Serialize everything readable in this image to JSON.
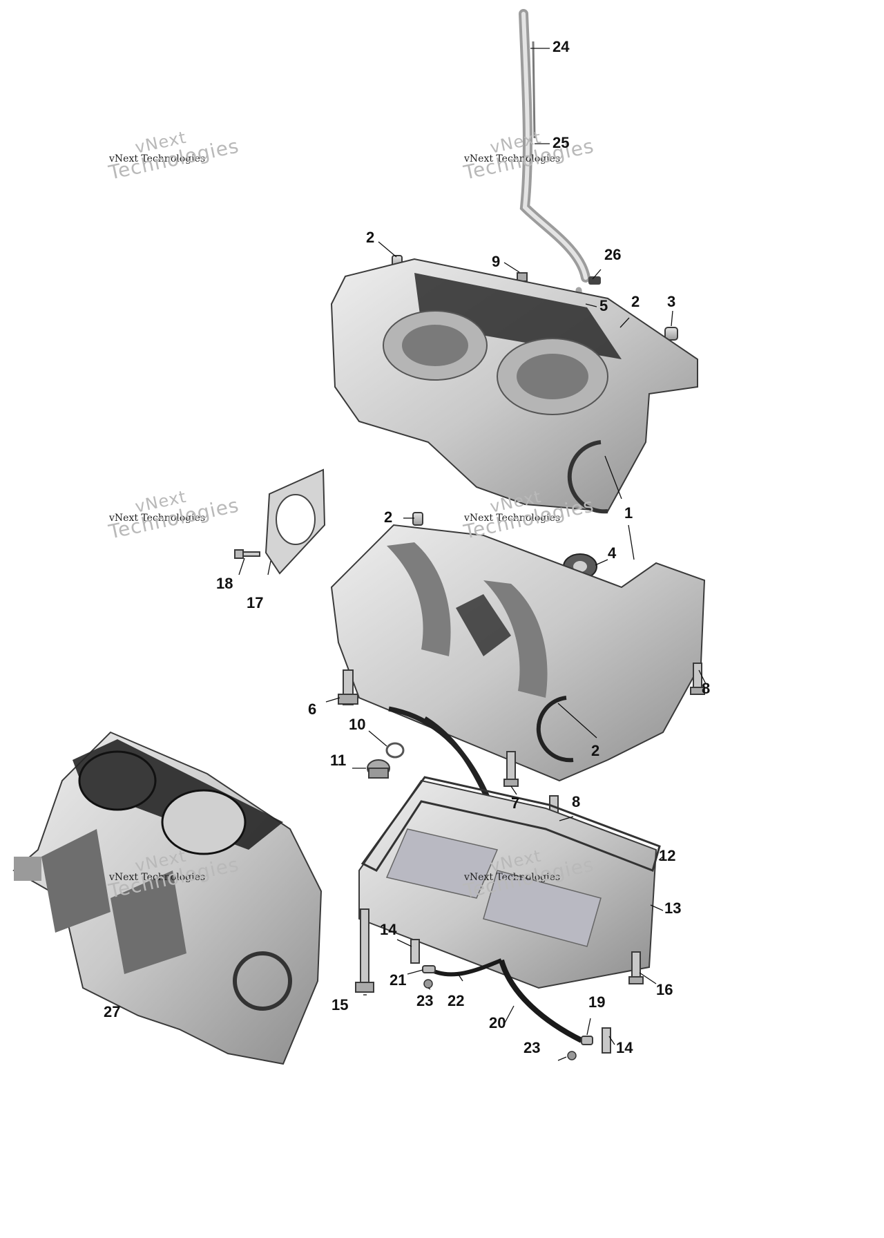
{
  "diagram": {
    "callouts": {
      "c1": "1",
      "c2a": "2",
      "c2b": "2",
      "c2c": "2",
      "c2d": "2",
      "c3": "3",
      "c4": "4",
      "c5": "5",
      "c6": "6",
      "c7": "7",
      "c8a": "8",
      "c8b": "8",
      "c9": "9",
      "c10": "10",
      "c11": "11",
      "c12": "12",
      "c13": "13",
      "c14a": "14",
      "c14b": "14",
      "c15": "15",
      "c16": "16",
      "c17": "17",
      "c18": "18",
      "c19": "19",
      "c20": "20",
      "c21": "21",
      "c22": "22",
      "c23a": "23",
      "c23b": "23",
      "c24": "24",
      "c25": "25",
      "c26": "26",
      "c27": "27"
    },
    "watermark": {
      "line1": "vNext",
      "line2": "vNext Technologies",
      "line3": "Technologies"
    },
    "colors": {
      "part_fill": "#d9d9d9",
      "part_shade": "#8c8c8c",
      "part_dark": "#1c1c1c",
      "hose": "#1a1a1a",
      "text": "#111111"
    }
  }
}
